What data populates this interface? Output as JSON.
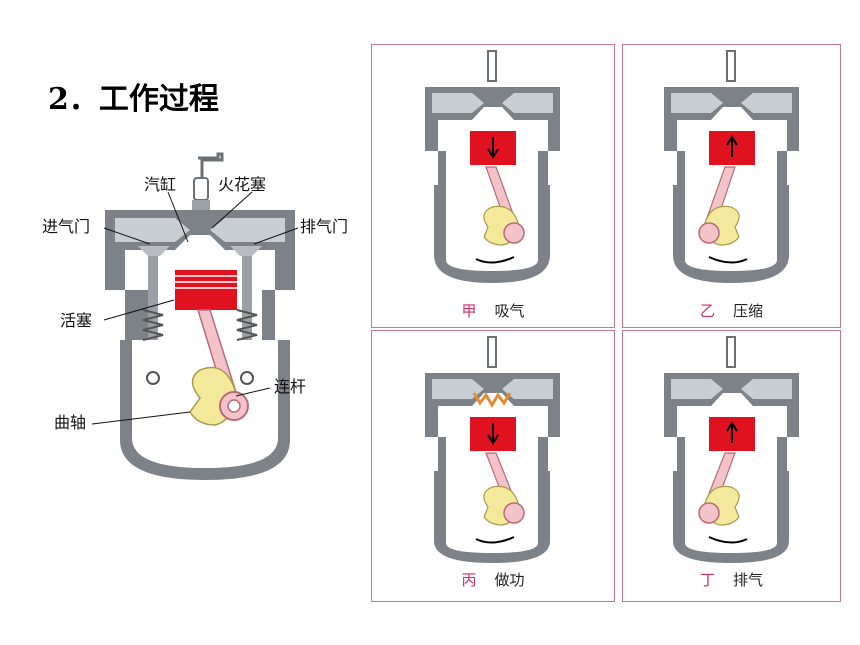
{
  "title": "2．工作过程",
  "labels": {
    "cylinder": "汽缸",
    "spark_plug": "火花塞",
    "intake_valve": "进气门",
    "exhaust_valve": "排气门",
    "piston": "活塞",
    "connecting_rod": "连杆",
    "crankshaft": "曲轴"
  },
  "strokes": [
    {
      "letter": "甲",
      "name": "吸气"
    },
    {
      "letter": "乙",
      "name": "压缩"
    },
    {
      "letter": "丙",
      "name": "做功"
    },
    {
      "letter": "丁",
      "name": "排气"
    }
  ],
  "colors": {
    "engine_body": "#7d8288",
    "engine_light": "#c9ced3",
    "piston": "#e0121f",
    "rod": "#f3c3c9",
    "crank": "#f4e89a",
    "panel_border": "#c77a86",
    "stroke_letter": "#d0306a"
  }
}
